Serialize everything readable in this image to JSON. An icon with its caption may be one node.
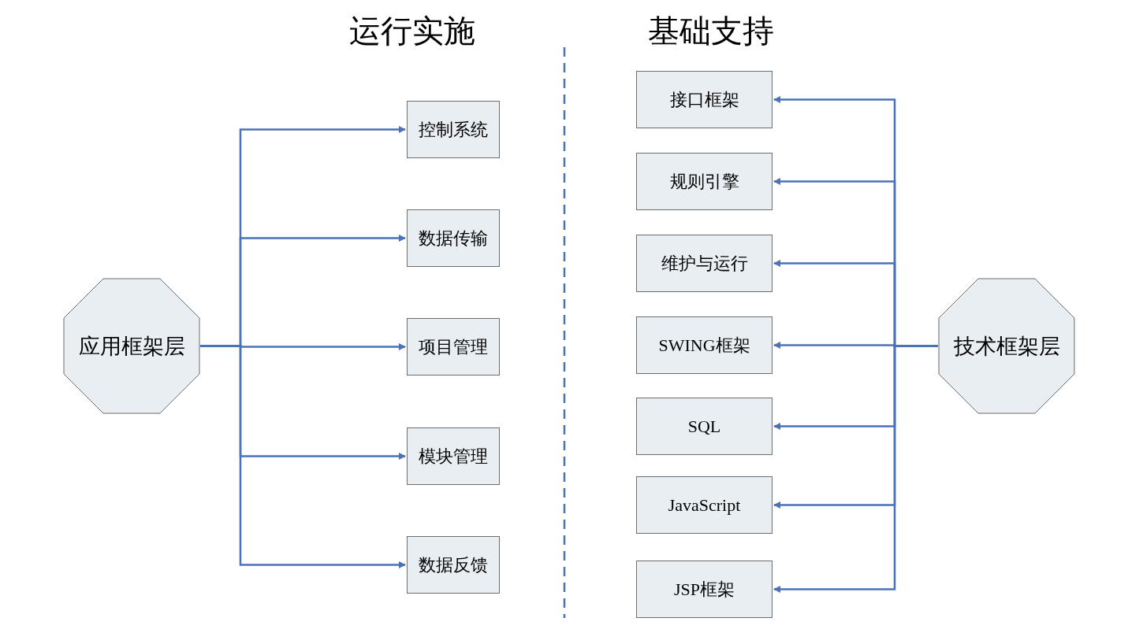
{
  "diagram": {
    "nodes": [
      {
        "text": [
          "应用框架层"
        ]
      },
      {
        "text": [
          "控制系统"
        ]
      },
      {
        "text": [
          "数据传输"
        ]
      },
      {
        "text": [
          "项目管理"
        ]
      },
      {
        "text": [
          "模块管理"
        ]
      },
      {
        "text": [
          "数据反馈"
        ]
      },
      {
        "text": [
          "技术框架层"
        ]
      },
      {
        "text": [
          "接口框架"
        ]
      },
      {
        "text": [
          "规则引擎"
        ]
      },
      {
        "text": [
          "维护与运行"
        ]
      },
      {
        "text": [
          "SWING框架"
        ]
      },
      {
        "text": [
          "SQL"
        ]
      },
      {
        "text": [
          "JavaScript"
        ]
      },
      {
        "text": [
          "JSP框架"
        ]
      }
    ],
    "edges": [
      {
        "from": 0,
        "to": 1,
        "arrow": "to"
      },
      {
        "from": 0,
        "to": 2,
        "arrow": "to"
      },
      {
        "from": 0,
        "to": 3,
        "arrow": "to"
      },
      {
        "from": 0,
        "to": 4,
        "arrow": "to"
      },
      {
        "from": 0,
        "to": 5,
        "arrow": "to"
      },
      {
        "from": 6,
        "to": 7,
        "arrow": "to"
      },
      {
        "from": 6,
        "to": 8,
        "arrow": "to"
      },
      {
        "from": 6,
        "to": 9,
        "arrow": "to"
      },
      {
        "from": 6,
        "to": 10,
        "arrow": "to"
      },
      {
        "from": 6,
        "to": 11,
        "arrow": "to"
      },
      {
        "from": 6,
        "to": 12,
        "arrow": "to"
      },
      {
        "from": 6,
        "to": 13,
        "arrow": "to"
      }
    ],
    "labels": [
      "运行实施",
      "基础支持"
    ]
  }
}
